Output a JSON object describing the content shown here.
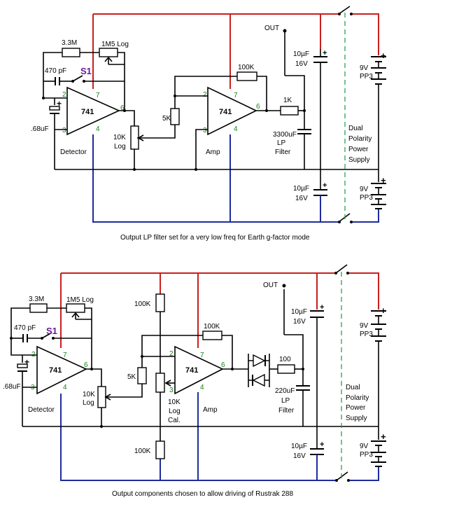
{
  "circuit1": {
    "labels": {
      "r1": "3.3M",
      "r2": "1M5 Log",
      "c1": "470 pF",
      "s1": "S1",
      "c2": ".68uF",
      "u1": "741",
      "u1_name": "Detector",
      "rv1_a": "10K",
      "rv1_b": "Log",
      "r_5k": "5K",
      "r_100k": "100K",
      "u2": "741",
      "u2_name": "Amp",
      "r_1k": "1K",
      "out": "OUT",
      "lpc_a": "3300uF",
      "lpc_b": "LP",
      "lpc_c": "Filter",
      "cap_top_a": "10µF",
      "cap_top_b": "16V",
      "cap_bot_a": "10µF",
      "cap_bot_b": "16V",
      "bat_top_a": "9V",
      "bat_top_b": "PP3",
      "bat_bot_a": "9V",
      "bat_bot_b": "PP3",
      "supply_a": "Dual",
      "supply_b": "Polarity",
      "supply_c": "Power",
      "supply_d": "Supply"
    },
    "pins": {
      "u1_p2": "2",
      "u1_p3": "3",
      "u1_p4": "4",
      "u1_p6": "6",
      "u1_p7": "7",
      "u2_p2": "2",
      "u2_p3": "3",
      "u2_p4": "4",
      "u2_p6": "6",
      "u2_p7": "7"
    },
    "caption": "Output LP filter set for a very low freq for Earth g-factor mode"
  },
  "circuit2": {
    "labels": {
      "r1": "3.3M",
      "r2": "1M5 Log",
      "c1": "470 pF",
      "s1": "S1",
      "c2": ".68uF",
      "u1": "741",
      "u1_name": "Detector",
      "rv1_a": "10K",
      "rv1_b": "Log",
      "r_5k": "5K",
      "r_100k_top": "100K",
      "r_100k_bot": "100K",
      "r_100k_fb": "100K",
      "rv2_a": "10K",
      "rv2_b": "Log",
      "rv2_c": "Cal.",
      "u2": "741",
      "u2_name": "Amp",
      "r_100": "100",
      "out": "OUT",
      "lpc_a": "220uF",
      "lpc_b": "LP",
      "lpc_c": "Filter",
      "cap_top_a": "10µF",
      "cap_top_b": "16V",
      "cap_bot_a": "10µF",
      "cap_bot_b": "16V",
      "bat_top_a": "9V",
      "bat_top_b": "PP3",
      "bat_bot_a": "9V",
      "bat_bot_b": "PP3",
      "supply_a": "Dual",
      "supply_b": "Polarity",
      "supply_c": "Power",
      "supply_d": "Supply"
    },
    "pins": {
      "u1_p2": "2",
      "u1_p3": "3",
      "u1_p4": "4",
      "u1_p6": "6",
      "u1_p7": "7",
      "u2_p2": "2",
      "u2_p3": "3",
      "u2_p4": "4",
      "u2_p6": "6",
      "u2_p7": "7"
    },
    "caption": "Output components chosen to allow driving of Rustrak 288"
  },
  "colors": {
    "positive_rail": "#c8201e",
    "negative_rail": "#1f2c9c",
    "ground": "#000000",
    "switch_link": "#1a9a3a",
    "pin_numbers": "#1a7f1a",
    "switch_label": "#6a1a9a"
  }
}
